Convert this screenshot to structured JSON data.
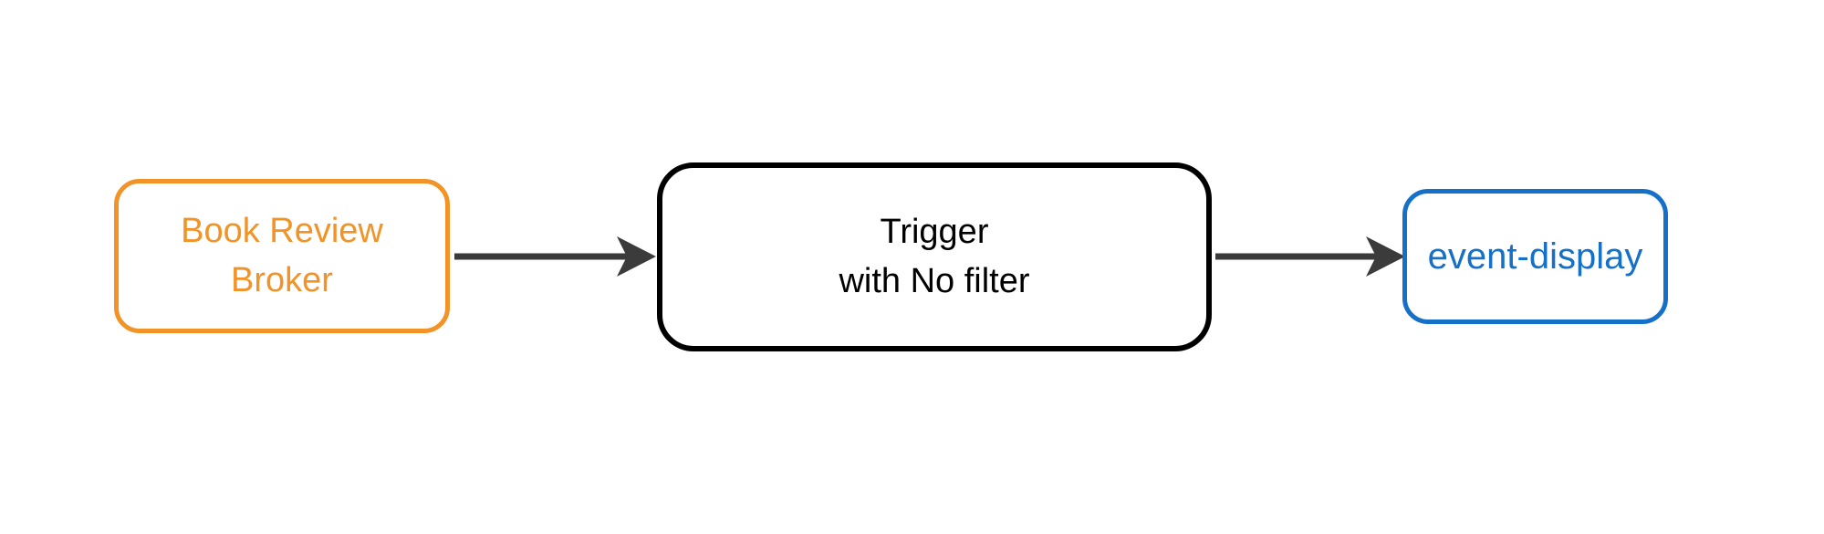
{
  "diagram": {
    "background_color": "#ffffff",
    "colors": {
      "arrow": "#3b3b3b",
      "broker_accent": "#f29327",
      "trigger_accent": "#000000",
      "event_display_accent": "#1570c8"
    },
    "nodes": [
      {
        "id": "book-review-broker",
        "label": "Book Review\nBroker",
        "border_color": "#f29327",
        "text_color": "#f29327"
      },
      {
        "id": "trigger",
        "label": "Trigger\nwith No filter",
        "border_color": "#000000",
        "text_color": "#000000"
      },
      {
        "id": "event-display",
        "label": "event-display",
        "border_color": "#1570c8",
        "text_color": "#1570c8"
      }
    ],
    "edges": [
      {
        "from": "book-review-broker",
        "to": "trigger"
      },
      {
        "from": "trigger",
        "to": "event-display"
      }
    ]
  }
}
